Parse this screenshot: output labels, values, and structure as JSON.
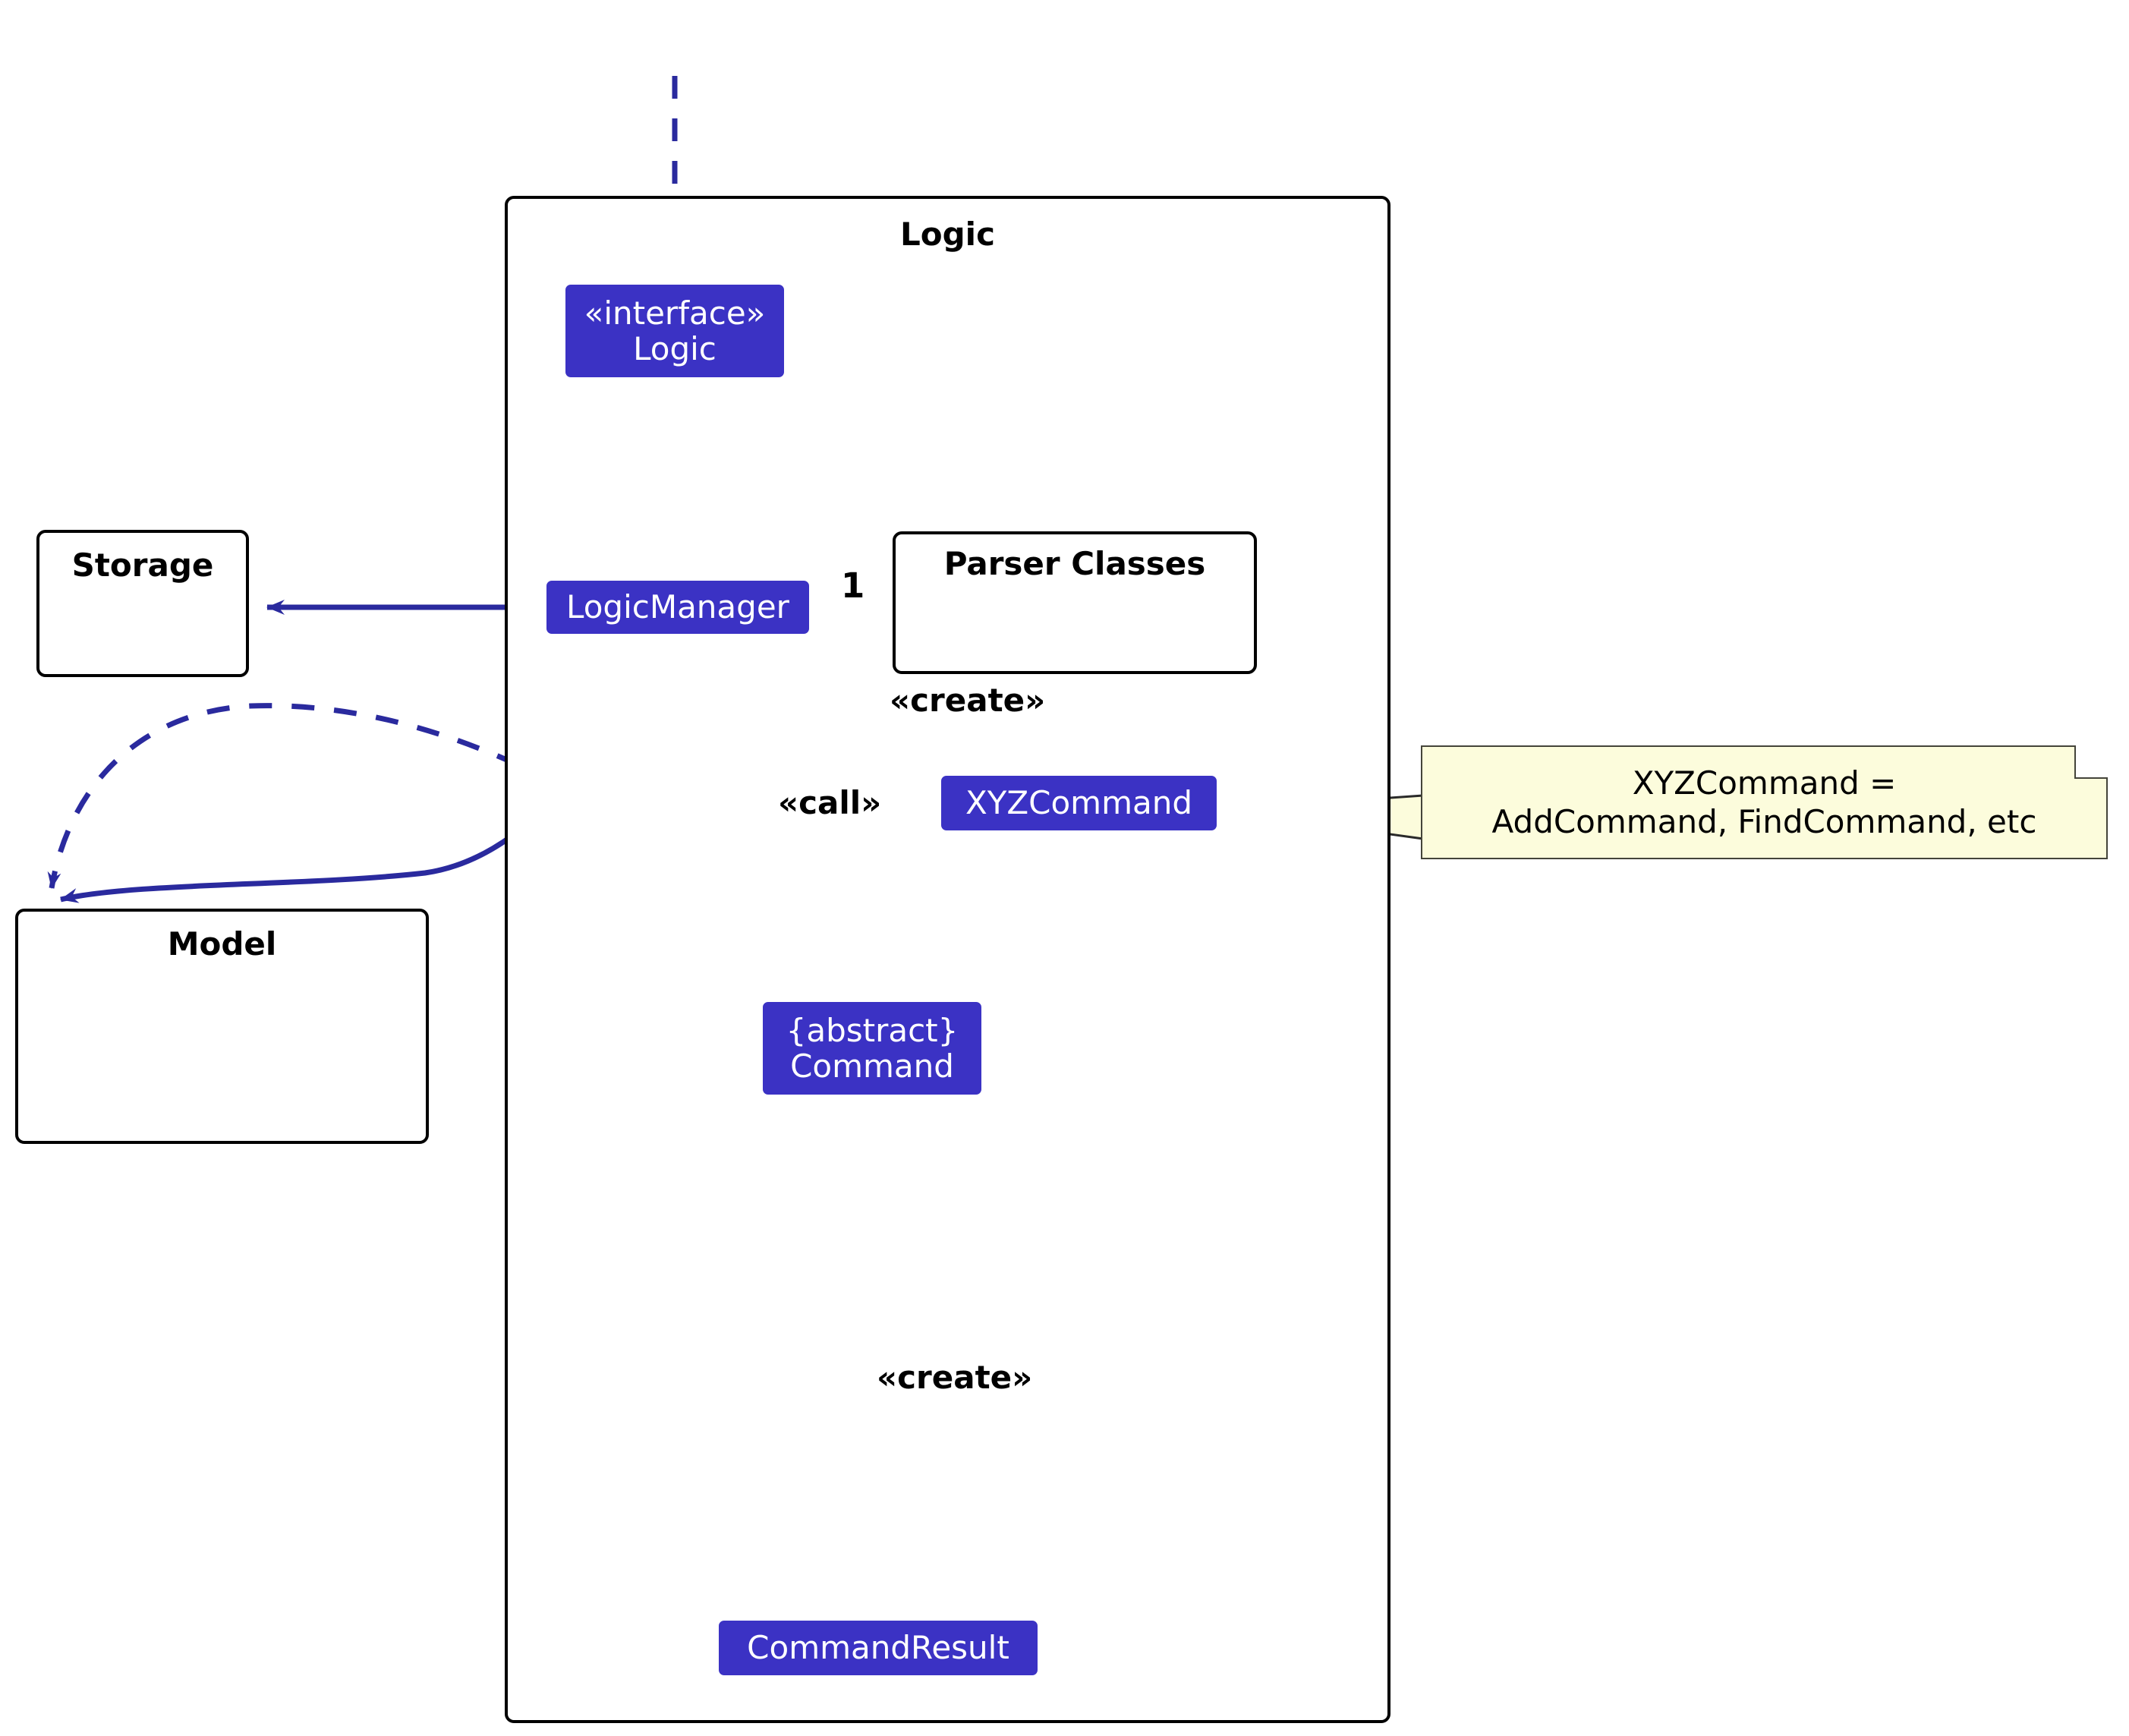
{
  "diagram": {
    "title": "Logic",
    "type": "uml-class-diagram"
  },
  "packages": [
    {
      "id": "logic",
      "label": "Logic"
    },
    {
      "id": "storage",
      "label": "Storage"
    },
    {
      "id": "model",
      "label": "Model"
    },
    {
      "id": "parser",
      "label": "Parser Classes"
    }
  ],
  "classes": [
    {
      "id": "logic-interface",
      "line1": "«interface»",
      "line2": "Logic"
    },
    {
      "id": "logic-manager",
      "line1": "LogicManager",
      "line2": ""
    },
    {
      "id": "xyz-command",
      "line1": "XYZCommand",
      "line2": ""
    },
    {
      "id": "abstract-command",
      "line1": "{abstract}",
      "line2": "Command"
    },
    {
      "id": "command-result",
      "line1": "CommandResult",
      "line2": ""
    }
  ],
  "edge_labels": {
    "parser_multiplicity": "1",
    "create_parser_to_xyz": "«create»",
    "call_manager_to_command": "«call»",
    "create_command_to_result": "«create»"
  },
  "note": {
    "line1": "XYZCommand =",
    "line2": "AddCommand, FindCommand, etc"
  },
  "colors": {
    "class_fill": "#3b32c4",
    "class_text": "#ffffff",
    "connector": "#2a2a9e",
    "package_border": "#000000",
    "note_fill": "#fcfcdc",
    "note_border": "#44443a",
    "background": "#ffffff"
  }
}
